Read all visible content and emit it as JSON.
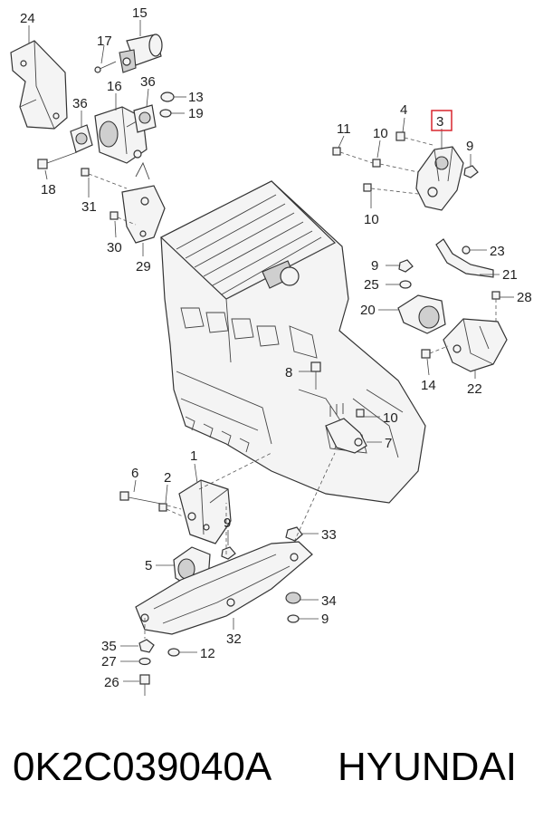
{
  "callouts": {
    "c24": "24",
    "c15": "15",
    "c17": "17",
    "c16": "16",
    "c36a": "36",
    "c36b": "36",
    "c13": "13",
    "c19": "19",
    "c18": "18",
    "c31": "31",
    "c30": "30",
    "c29": "29",
    "c11": "11",
    "c10a": "10",
    "c4": "4",
    "c3": "3",
    "c9a": "9",
    "c10b": "10",
    "c23": "23",
    "c9b": "9",
    "c21": "21",
    "c25": "25",
    "c28": "28",
    "c20": "20",
    "c8": "8",
    "c14": "14",
    "c22": "22",
    "c10c": "10",
    "c7": "7",
    "c1": "1",
    "c6": "6",
    "c2": "2",
    "c9c": "9",
    "c33": "33",
    "c5": "5",
    "c34": "34",
    "c9d": "9",
    "c32": "32",
    "c35": "35",
    "c12": "12",
    "c27": "27",
    "c26": "26"
  },
  "caption": {
    "part_number": "0K2C039040A",
    "brand": "HYUNDAI"
  },
  "colors": {
    "highlight": "#d9262e",
    "line": "#333333"
  }
}
